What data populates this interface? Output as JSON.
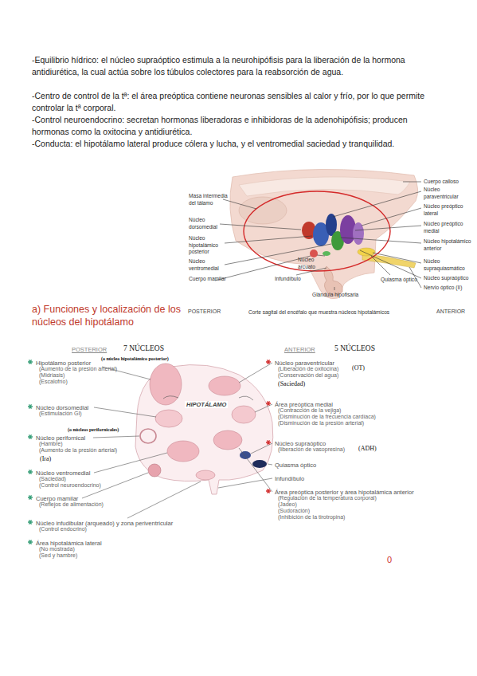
{
  "diagram": {
    "caption": "Corte sagital del encéfalo que muestra núcleos hipotalámicos",
    "labels": [
      "-Equilibrio hídrico: el núcleo supraóptico estimula a la neurohipófisis para la liberación de la hormona antidiurética, la cual actúa sobre los túbulos colectores para la reabsorción de agua.",
      "-Centro de control de la tª: el área preóptica contiene neuronas sensibles al calor y frío, por lo que permite controlar la tª corporal.",
      "-Control neuroendocrino: secretan hormonas liberadoras e inhibidoras de la adenohipófisis; producen hormonas como la oxitocina y antidiurética.",
      "-Conducta: el hipotálamo lateral produce cólera y lucha, y el ventromedial saciedad y tranquilidad.",
      "Masa intermedia del tálamo",
      "Núcleo dorsomedial",
      "Núcleo hipotalámico posterior",
      "Núcleo ventromedial",
      "Cuerpo mamilar",
      "Núcleo arcuato",
      "Infundíbulo",
      "Glándula hipofisaria",
      "Quiasma óptico",
      "Cuerpo calloso",
      "Núcleo paraventricular",
      "Núcleo preóptico lateral",
      "Núcleo preóptico medial",
      "Núcleo hipotalámico anterior",
      "Núcleo supraquiasmático",
      "Núcleo supraóptico",
      "Nervio óptico (II)",
      "POSTERIOR",
      "ANTERIOR",
      "a) Funciones y localización de los núcleos del hipotálamo",
      "POSTERIOR",
      "7 NÚCLEOS",
      "ANTERIOR",
      "5 NÚCLEOS",
      "Hipotálamo posterior",
      "(o núcleo hipotalámico posterior)",
      "(Aumento de la presión arterial)",
      "(Midriasis)",
      "(Escalofrío)",
      "Núcleo dorsomedial",
      "(Estimulación GI)",
      "(o núcleos perifornicales)",
      "Núcleo perifornical",
      "(Hambre)",
      "(Aumento de la presión arterial)",
      "(Ira)",
      "Núcleo ventromedial",
      "(Saciedad)",
      "(Control neuroendocrino)",
      "Cuerpo mamilar",
      "(Reflejos de alimentación)",
      "Núcleo infudibular (arqueado) y zona periventricular",
      "(Control endocrino)",
      "Área hipotalámica lateral",
      "(No mostrada)",
      "(Sed y hambre)",
      "HIPOTÁLAMO",
      "Núcleo paraventricular",
      "(Liberación de oxitocina)",
      "(OT)",
      "(Conservación del agua)",
      "(Saciedad)",
      "Área preóptica medial",
      "(Contracción de la vejiga)",
      "(Disminución de la frecuencia cardíaca)",
      "(Disminución de la presión arterial)",
      "Núcleo supraóptico",
      "(liberación de vasopresina)",
      "(ADH)",
      "Quiasma óptico",
      "Infundíbulo",
      "Área preóptica posterior y área hipotalámica anterior",
      "(Regulación de la temperatura corporal)",
      "(Jadeo)",
      "(Sudoración)",
      "(Inhibición de la tirotropina)",
      "0"
    ]
  }
}
